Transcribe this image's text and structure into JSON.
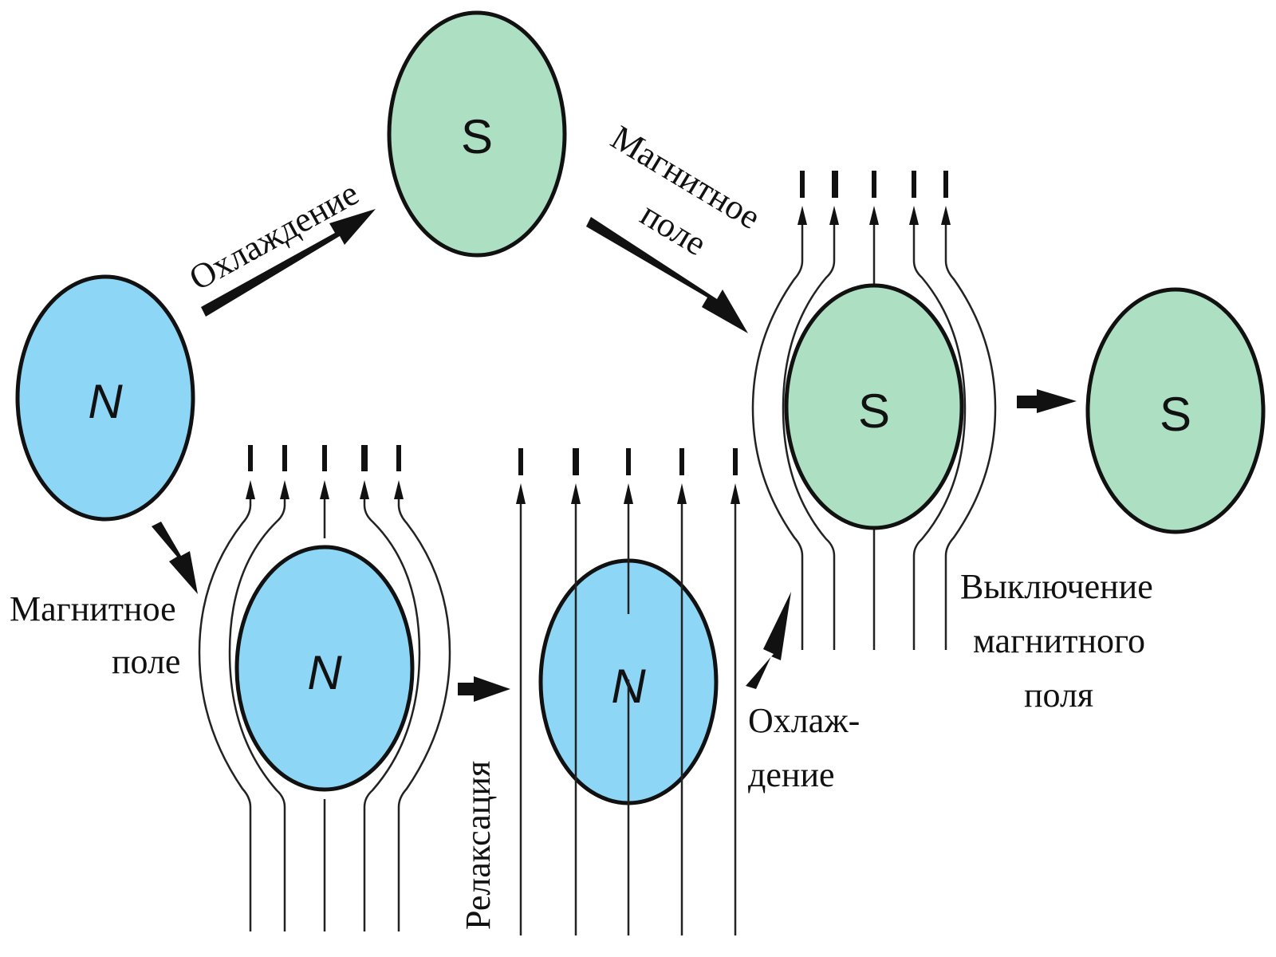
{
  "colors": {
    "normal_fill": "#8dd6f6",
    "super_fill": "#addfc3",
    "outline": "#111111",
    "line": "#222222",
    "background": "#ffffff"
  },
  "states": {
    "normal_symbol": "N",
    "super_symbol": "S"
  },
  "labels": {
    "cooling_top": "Охлаждение",
    "field_top_line1": "Магнитное",
    "field_top_line2": "поле",
    "field_left_line1": "Магнитное",
    "field_left_line2": "поле",
    "relaxation": "Релаксация",
    "cooling_bottom_line1": "Охлаж-",
    "cooling_bottom_line2": "дение",
    "field_off_line1": "Выключение",
    "field_off_line2": "магнитного",
    "field_off_line3": "поля"
  },
  "nodes": [
    {
      "id": "n-start",
      "state": "normal",
      "symbol": "N",
      "field": "none"
    },
    {
      "id": "s-cooled",
      "state": "super",
      "symbol": "S",
      "field": "none"
    },
    {
      "id": "s-field-expelled",
      "state": "super",
      "symbol": "S",
      "field": "expelled"
    },
    {
      "id": "s-final",
      "state": "super",
      "symbol": "S",
      "field": "none"
    },
    {
      "id": "n-field-transient",
      "state": "normal",
      "symbol": "N",
      "field": "expelled"
    },
    {
      "id": "n-field-penetrated",
      "state": "normal",
      "symbol": "N",
      "field": "penetrating"
    }
  ],
  "transitions": [
    {
      "from": "n-start",
      "to": "s-cooled",
      "label": "Охлаждение"
    },
    {
      "from": "s-cooled",
      "to": "s-field-expelled",
      "label": "Магнитное поле"
    },
    {
      "from": "s-field-expelled",
      "to": "s-final",
      "label": "Выключение магнитного поля"
    },
    {
      "from": "n-start",
      "to": "n-field-transient",
      "label": "Магнитное поле"
    },
    {
      "from": "n-field-transient",
      "to": "n-field-penetrated",
      "label": "Релаксация"
    },
    {
      "from": "n-field-penetrated",
      "to": "s-field-expelled",
      "label": "Охлаждение"
    }
  ]
}
